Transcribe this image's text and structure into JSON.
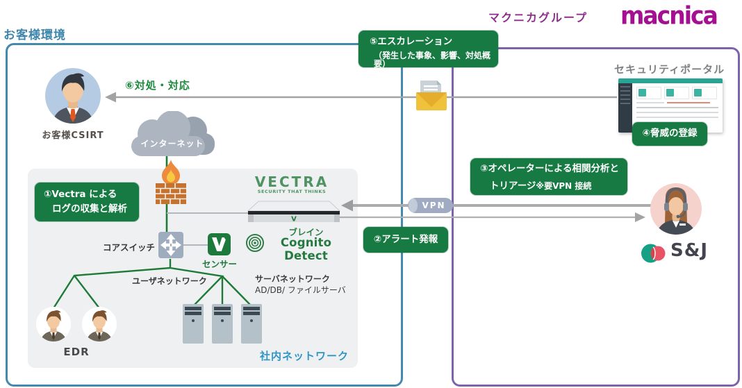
{
  "header": {
    "customer_env_label": "お客様環境",
    "macnica_group_label": "マクニカグループ",
    "macnica_logo_text": "macnica",
    "security_portal_label": "セキュリティポータル"
  },
  "steps": {
    "s1_line1": "①Vectra による",
    "s1_line2": "ログの収集と解析",
    "s2_label": "②アラート発報",
    "s3_line1": "③オペレーターによる相関分析と",
    "s3_line2": "トリアージ",
    "s3_note": "※要VPN 接続",
    "s4_label": "④脅威の登録",
    "s5_line1": "⑤エスカレーション",
    "s5_line2": "（発生した事象、影響、対処概要）",
    "s6_label": "⑥対処・対応"
  },
  "customer": {
    "csirt_label": "お客様CSIRT",
    "internet_label": "インターネット",
    "core_switch_label": "コアスイッチ",
    "sensor_label": "センサー",
    "user_network_label": "ユーザネットワーク",
    "server_network_label": "サーバネットワーク",
    "server_types_label": "AD/DB/ ファイルサーバ",
    "edr_label": "EDR",
    "internal_network_label": "社内ネットワーク"
  },
  "vectra": {
    "logo": "VECTRA",
    "tagline": "SECURITY THAT THINKS",
    "brain_label": "ブレイン",
    "product": "Cognito Detect"
  },
  "macnica_side": {
    "vpn_label": "VPN",
    "sj_logo_text": "S&J"
  },
  "colors": {
    "step_box_green": "#177A43",
    "customer_border_blue": "#4389AE",
    "macnica_border_purple": "#7D63AD",
    "macnica_magenta": "#A50F91",
    "network_line_green": "#1E7A36",
    "arrow_gray": "#A3A3A3",
    "internal_network_blue": "#2F95C5",
    "vectra_green": "#4F9363",
    "sj_icon_green": "#16A085",
    "sj_icon_red": "#E85366"
  }
}
